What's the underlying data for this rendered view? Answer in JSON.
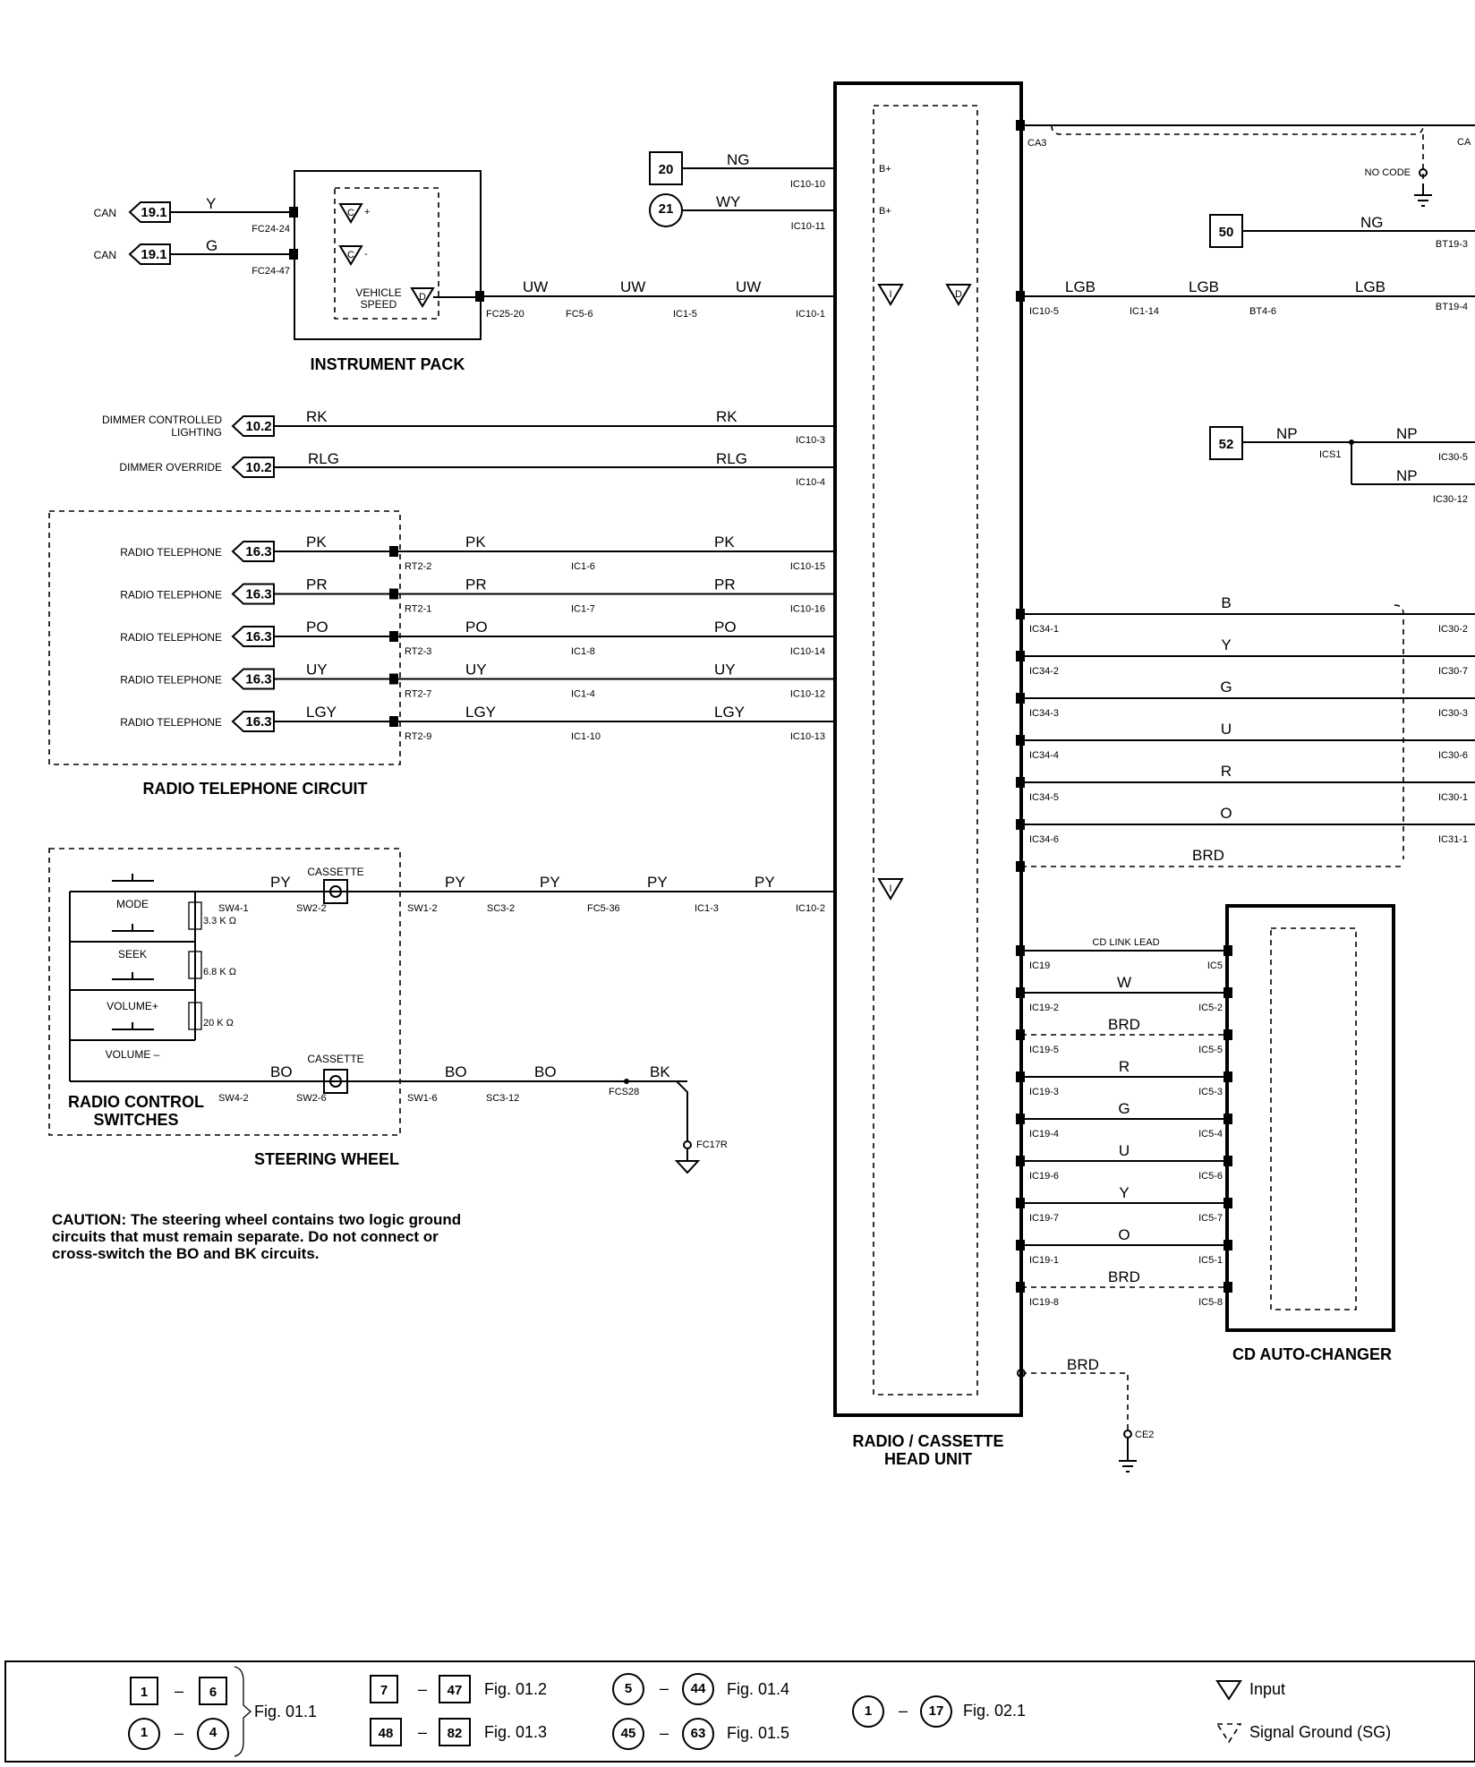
{
  "instrument_pack": {
    "title": "INSTRUMENT PACK",
    "can_label": "CAN",
    "can_ref": "19.1",
    "wire_y": "Y",
    "wire_g": "G",
    "pin_y": "FC24-24",
    "pin_g": "FC24-47",
    "sym_cplus": "C",
    "sym_cminus": "C",
    "vehicle_speed_line1": "VEHICLE",
    "vehicle_speed_line2": "SPEED",
    "sym_d": "D",
    "uw_label": "UW",
    "uw_pins": [
      "FC25-20",
      "FC5-6",
      "IC1-5",
      "IC10-1"
    ]
  },
  "head_unit": {
    "title_line1": "RADIO / CASSETTE",
    "title_line2": "HEAD UNIT",
    "b_plus": "B+",
    "input_sym": "I",
    "d_sym": "D",
    "ca3": "CA3",
    "ca_right": "CA",
    "ref20": "20",
    "ref21": "21",
    "ng": "NG",
    "wy": "WY",
    "pin_ic10_10": "IC10-10",
    "pin_ic10_11": "IC10-11",
    "no_code": "NO CODE",
    "ref50": "50",
    "bt19_3": "BT19-3",
    "lgb": "LGB",
    "lgb_pins": [
      "IC10-5",
      "IC1-14",
      "BT4-6",
      "BT19-4"
    ],
    "ref52": "52",
    "np": "NP",
    "ics1": "ICS1",
    "ic30_5": "IC30-5",
    "ic30_12": "IC30-12",
    "ce2": "CE2",
    "brd": "BRD"
  },
  "dimmer": {
    "controlled_line1": "DIMMER CONTROLLED",
    "controlled_line2": "LIGHTING",
    "override": "DIMMER OVERRIDE",
    "ref": "10.2",
    "rk": "RK",
    "rlg": "RLG",
    "pin_rk": "IC10-3",
    "pin_rlg": "IC10-4"
  },
  "radio_telephone": {
    "title": "RADIO TELEPHONE CIRCUIT",
    "rows": [
      {
        "label": "RADIO TELEPHONE",
        "ref": "16.3",
        "wire": "PK",
        "pins": [
          "RT2-2",
          "IC1-6",
          "IC10-15"
        ]
      },
      {
        "label": "RADIO TELEPHONE",
        "ref": "16.3",
        "wire": "PR",
        "pins": [
          "RT2-1",
          "IC1-7",
          "IC10-16"
        ]
      },
      {
        "label": "RADIO TELEPHONE",
        "ref": "16.3",
        "wire": "PO",
        "pins": [
          "RT2-3",
          "IC1-8",
          "IC10-14"
        ]
      },
      {
        "label": "RADIO TELEPHONE",
        "ref": "16.3",
        "wire": "UY",
        "pins": [
          "RT2-7",
          "IC1-4",
          "IC10-12"
        ]
      },
      {
        "label": "RADIO TELEPHONE",
        "ref": "16.3",
        "wire": "LGY",
        "pins": [
          "RT2-9",
          "IC1-10",
          "IC10-13"
        ]
      }
    ]
  },
  "ic34_rows": [
    {
      "wire": "B",
      "left": "IC34-1",
      "right": "IC30-2"
    },
    {
      "wire": "Y",
      "left": "IC34-2",
      "right": "IC30-7"
    },
    {
      "wire": "G",
      "left": "IC34-3",
      "right": "IC30-3"
    },
    {
      "wire": "U",
      "left": "IC34-4",
      "right": "IC30-6"
    },
    {
      "wire": "R",
      "left": "IC34-5",
      "right": "IC30-1"
    },
    {
      "wire": "O",
      "left": "IC34-6",
      "right": "IC31-1"
    },
    {
      "wire": "BRD",
      "left": "",
      "right": ""
    }
  ],
  "cd_changer": {
    "title": "CD AUTO-CHANGER",
    "link_lead": "CD LINK LEAD",
    "rows": [
      {
        "wire": "CD LINK LEAD",
        "left": "IC19",
        "right": "IC5"
      },
      {
        "wire": "W",
        "left": "IC19-2",
        "right": "IC5-2"
      },
      {
        "wire": "BRD",
        "left": "IC19-5",
        "right": "IC5-5"
      },
      {
        "wire": "R",
        "left": "IC19-3",
        "right": "IC5-3"
      },
      {
        "wire": "G",
        "left": "IC19-4",
        "right": "IC5-4"
      },
      {
        "wire": "U",
        "left": "IC19-6",
        "right": "IC5-6"
      },
      {
        "wire": "Y",
        "left": "IC19-7",
        "right": "IC5-7"
      },
      {
        "wire": "O",
        "left": "IC19-1",
        "right": "IC5-1"
      },
      {
        "wire": "BRD",
        "left": "IC19-8",
        "right": "IC5-8"
      }
    ]
  },
  "steering": {
    "title": "STEERING WHEEL",
    "switches_line1": "RADIO CONTROL",
    "switches_line2": "SWITCHES",
    "mode": "MODE",
    "seek": "SEEK",
    "vol_plus": "VOLUME+",
    "vol_minus": "VOLUME –",
    "r1": "3.3 K Ω",
    "r2": "6.8 K Ω",
    "r3": "20 K Ω",
    "cassette": "CASSETTE",
    "py": "PY",
    "bo": "BO",
    "bk": "BK",
    "py_pins": [
      "SW4-1",
      "SW2-2",
      "SW1-2",
      "SC3-2",
      "FC5-36",
      "IC1-3",
      "IC10-2"
    ],
    "bo_pins": [
      "SW4-2",
      "SW2-6",
      "SW1-6",
      "SC3-12",
      "FCS28"
    ],
    "fc17r": "FC17R"
  },
  "caution": {
    "line1": "CAUTION: The steering wheel contains two logic ground",
    "line2": "circuits that must remain separate.  Do not connect or",
    "line3": "cross-switch the BO and BK circuits."
  },
  "legend": {
    "a1": "1",
    "a2": "6",
    "a3": "1",
    "a4": "4",
    "fig_a": "Fig. 01.1",
    "b1": "7",
    "b2": "47",
    "fig_b": "Fig. 01.2",
    "c1": "48",
    "c2": "82",
    "fig_c": "Fig. 01.3",
    "d1": "5",
    "d2": "44",
    "fig_d": "Fig. 01.4",
    "e1": "45",
    "e2": "63",
    "fig_e": "Fig. 01.5",
    "f1": "1",
    "f2": "17",
    "fig_f": "Fig. 02.1",
    "input": "Input",
    "signal_ground": "Signal Ground (SG)",
    "dash": "–"
  }
}
